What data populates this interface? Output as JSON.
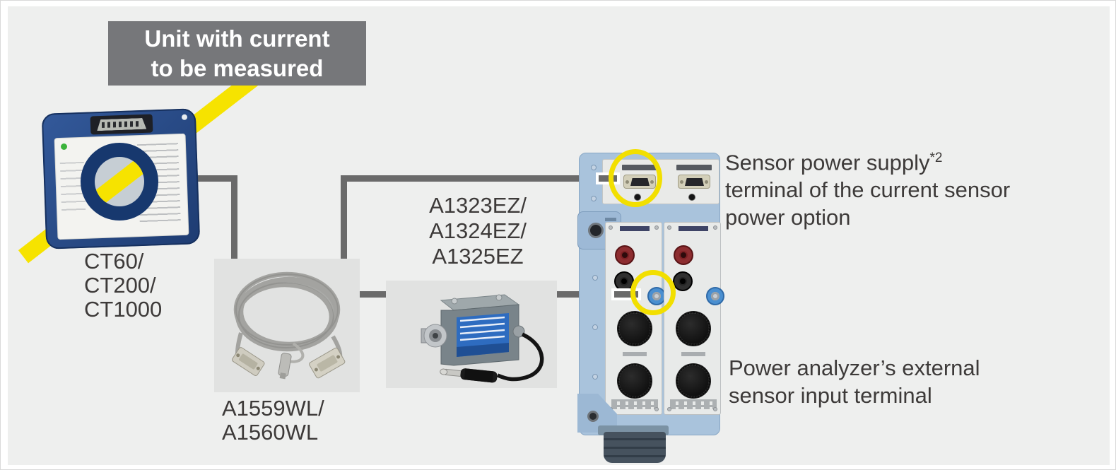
{
  "page": {
    "background": "#eeefee",
    "accent_yellow": "#f6e300",
    "connector_line_gray": "#6a6a6a",
    "text_color": "#3d3a39",
    "highlight_ring_yellow": "#f2df00"
  },
  "labels": {
    "unit_box": {
      "line1": "Unit with current",
      "line2": "to be measured"
    },
    "ct": [
      "CT60/",
      "CT200/",
      "CT1000"
    ],
    "cable": [
      "A1559WL/",
      "A1560WL"
    ],
    "adapter": [
      "A1323EZ/",
      "A1324EZ/",
      "A1325EZ"
    ]
  },
  "annotations": {
    "sensor_power": {
      "line1": "Sensor power supply",
      "sup": "*2",
      "line2": "terminal of the current sensor",
      "line3": "power option"
    },
    "sensor_input": {
      "line1": "Power analyzer’s external",
      "line2": "sensor input terminal"
    }
  }
}
